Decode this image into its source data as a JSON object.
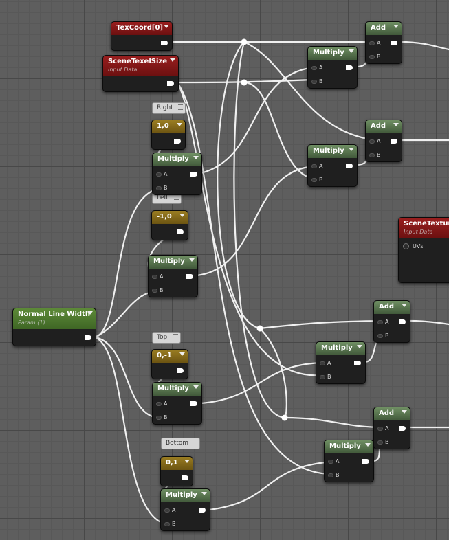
{
  "nodes": {
    "texcoord": {
      "title": "TexCoord[0]"
    },
    "scene_texel_size": {
      "title": "SceneTexelSize",
      "subtitle": "Input Data"
    },
    "const_right": {
      "value": "1,0"
    },
    "const_left": {
      "value": "-1,0"
    },
    "const_top": {
      "value": "0,-1"
    },
    "const_bottom": {
      "value": "0,1"
    },
    "normal_line_width": {
      "title": "Normal Line Width",
      "subtitle": "Param (1)"
    },
    "scene_texture": {
      "title": "SceneTexture",
      "subtitle": "Input Data",
      "pin": "UVs"
    },
    "multiply_title": "Multiply",
    "add_title": "Add",
    "pin_a": "A",
    "pin_b": "B"
  },
  "comments": {
    "right": "Right",
    "left": "Left",
    "top": "Top",
    "bottom": "Bottom"
  },
  "colors": {
    "wire": "#ffffff",
    "background": "#5e5e5e",
    "parameter_header": "#9a1f1f",
    "math_header": "#6f8f63",
    "constant_header": "#9a7d22",
    "scalar_param_header": "#5d8a38"
  }
}
